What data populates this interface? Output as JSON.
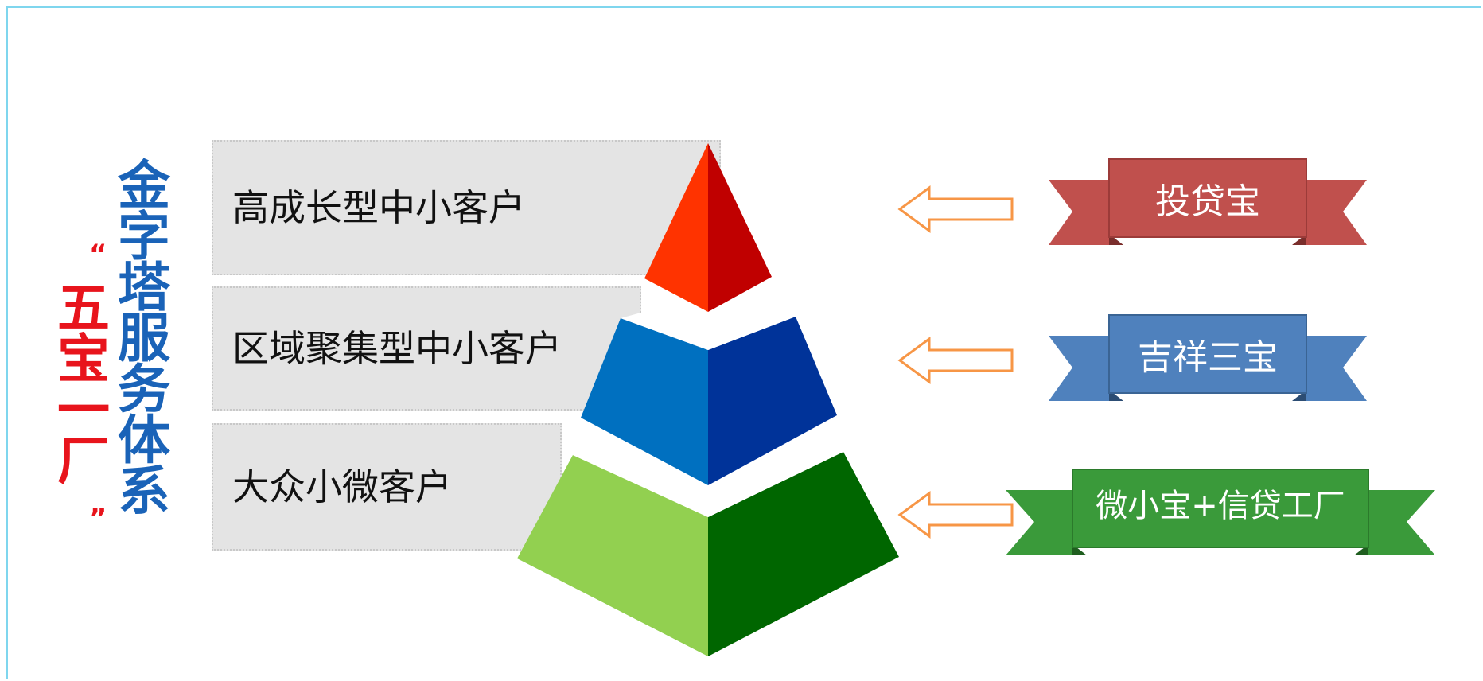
{
  "title": {
    "main": "金字塔服务体系",
    "sub": "五宝一厂",
    "quote_mark": "“",
    "end_mark": "”"
  },
  "tiers": [
    {
      "label": "高成长型中小客户",
      "product": "投贷宝",
      "color": "#c0504d"
    },
    {
      "label": "区域聚集型中小客户",
      "product": "吉祥三宝",
      "color": "#4f81bd"
    },
    {
      "label": "大众小微客户",
      "product": "微小宝+信贷工厂",
      "color": "#3a9a3a"
    }
  ],
  "pyramid_colors": {
    "top": [
      "#ff3300",
      "#c00000"
    ],
    "middle": [
      "#0070c0",
      "#003399"
    ],
    "bottom": [
      "#92d050",
      "#006600"
    ]
  }
}
